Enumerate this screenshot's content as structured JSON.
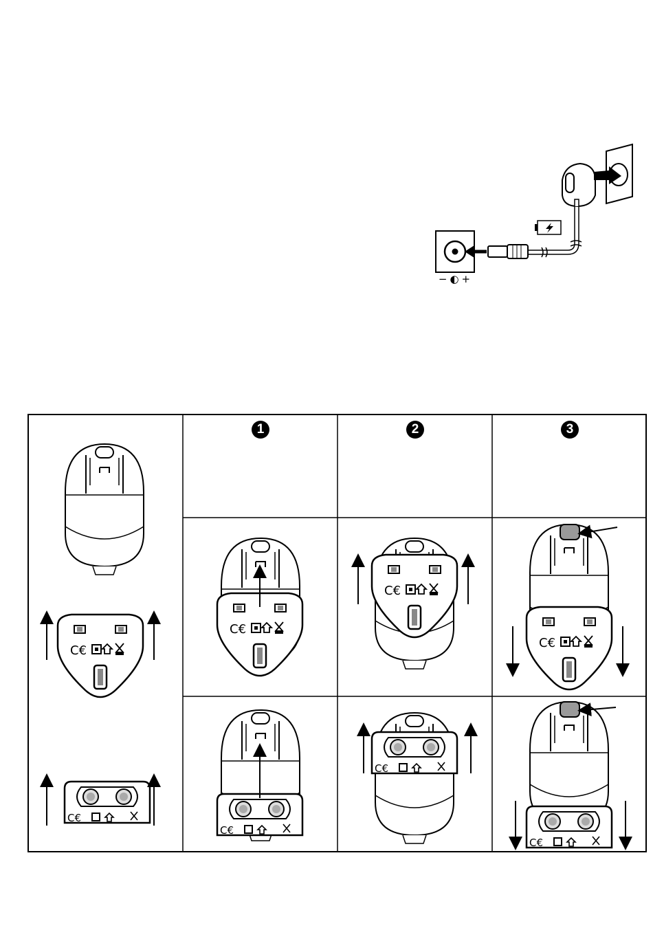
{
  "steps": [
    {
      "number": "1"
    },
    {
      "number": "2"
    },
    {
      "number": "3"
    }
  ],
  "connection_diagram": {
    "polarity_label": "−◐+"
  },
  "colors": {
    "line": "#000000",
    "latch_gray": "#9a9a9a"
  }
}
